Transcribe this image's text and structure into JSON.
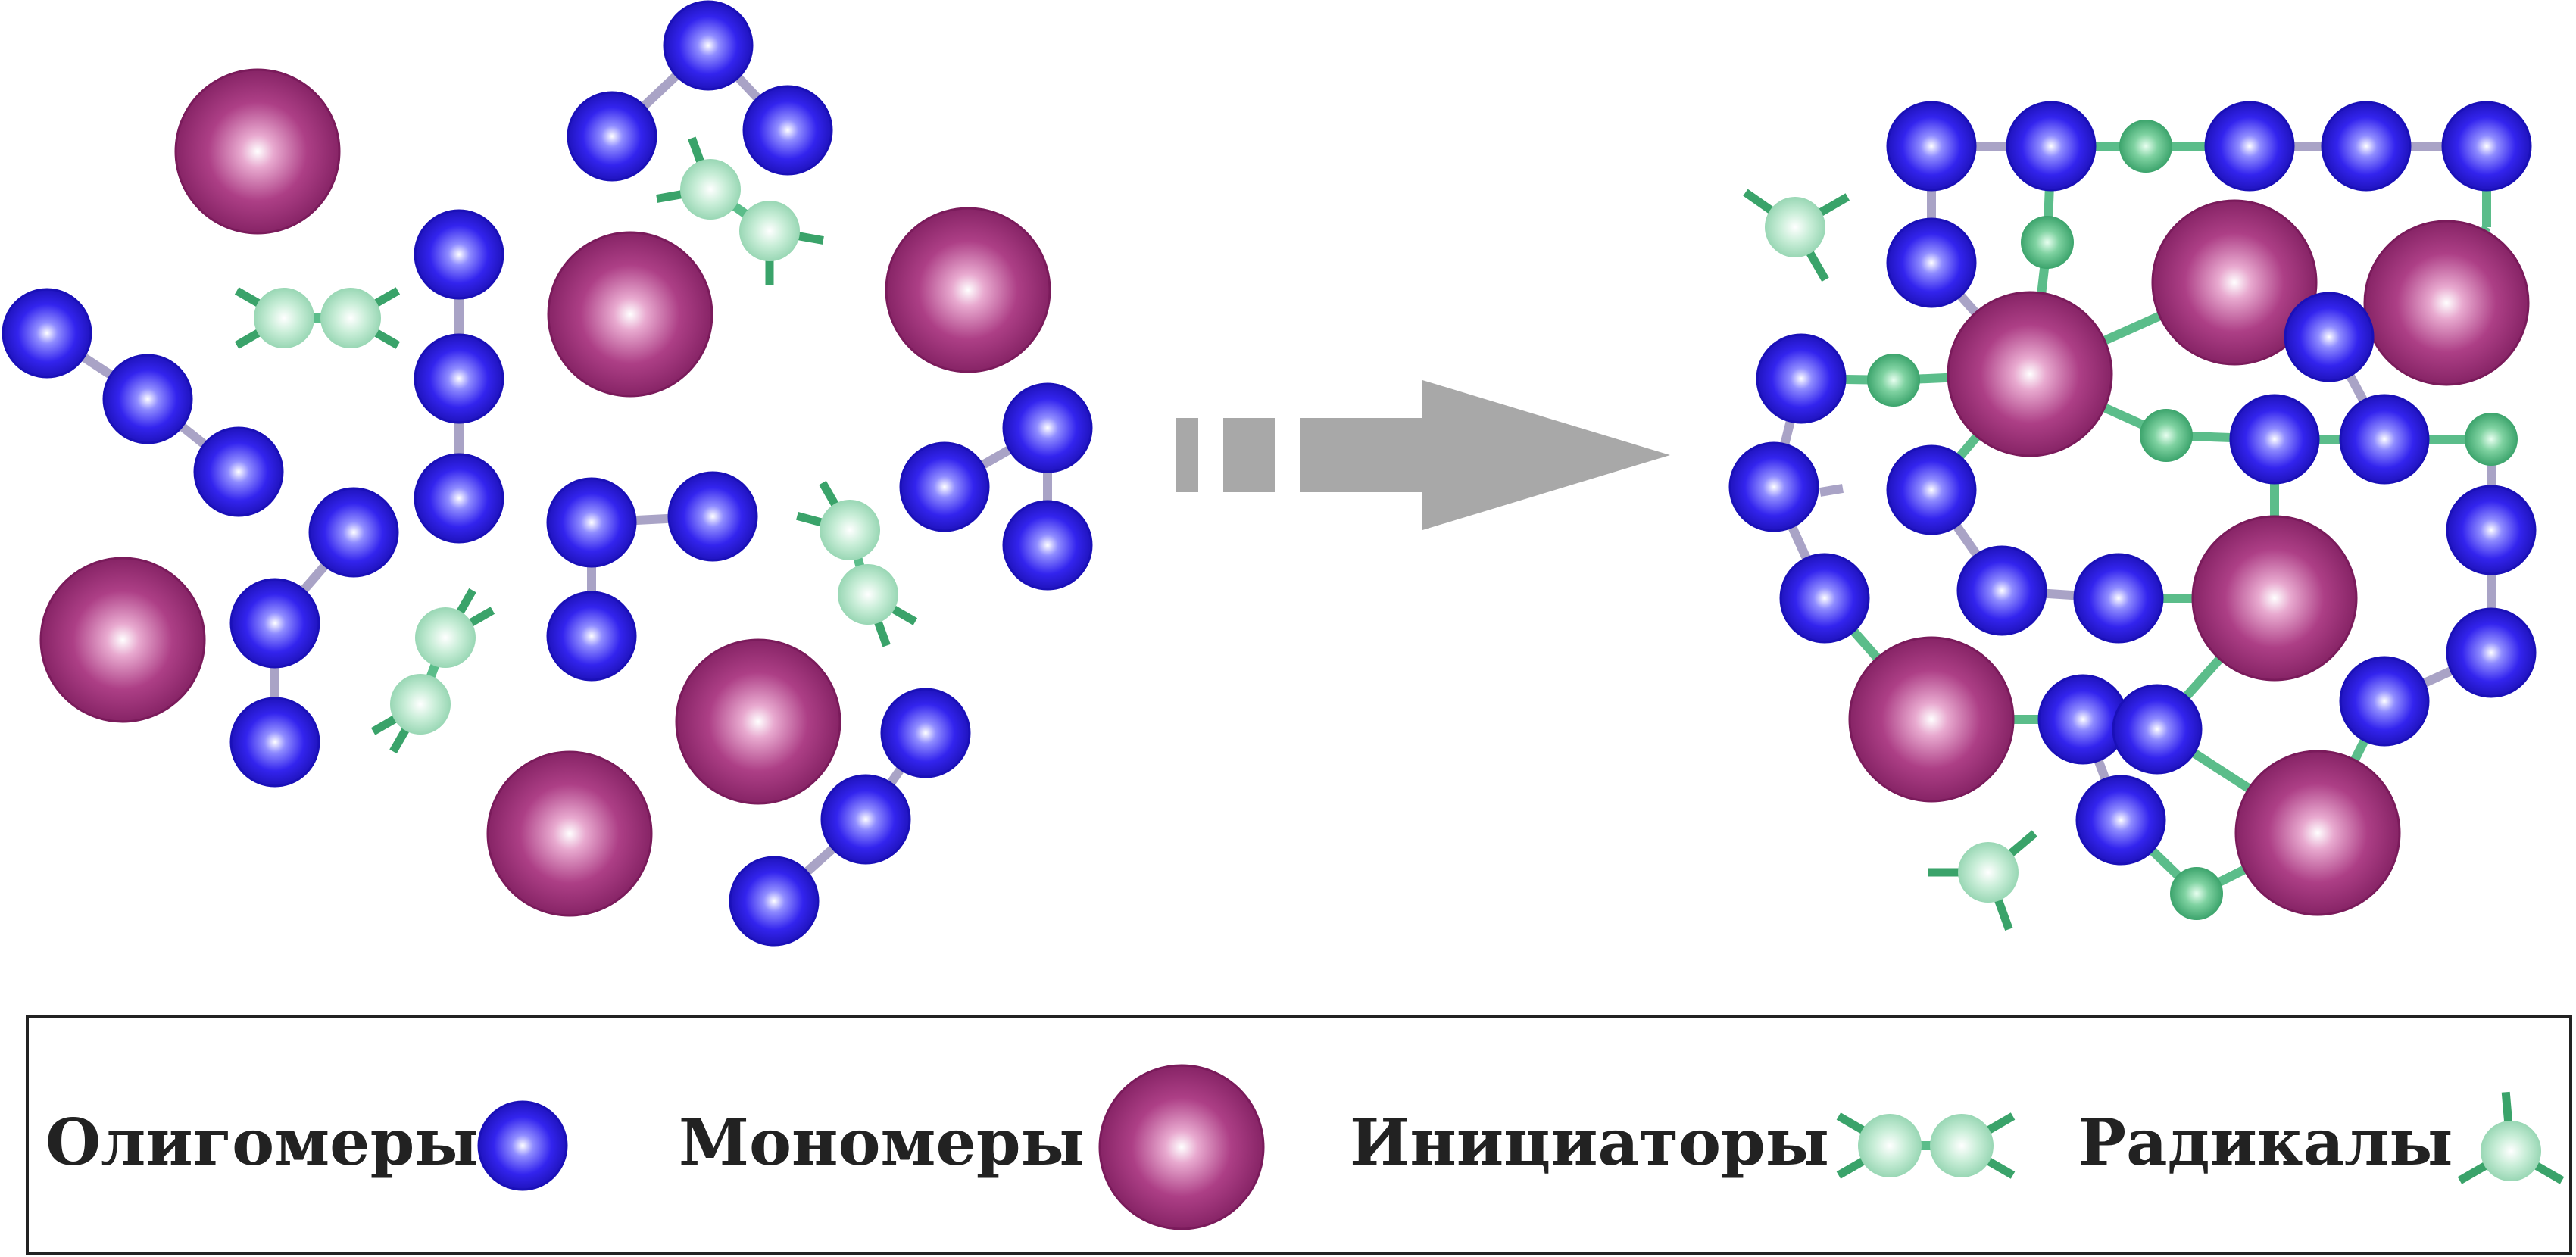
{
  "colors": {
    "oligomer": "#2a1fe0",
    "monomer": "#9b2a74",
    "initiator": "#3aa36a",
    "bond_gray": "#a9a3c6",
    "bond_green": "#5bbd8a",
    "arrow": "#a8a8a8",
    "legend_border": "#222222"
  },
  "legend": {
    "oligomers_label": "Олигомеры",
    "monomers_label": "Мономеры",
    "initiators_label": "Инициаторы",
    "radicals_label": "Радикалы"
  },
  "icons": {
    "oligomer": "blue-sphere-icon",
    "monomer": "magenta-sphere-icon",
    "initiator": "green-dimer-icon",
    "radical": "green-radical-icon",
    "arrow": "right-arrow-icon"
  }
}
